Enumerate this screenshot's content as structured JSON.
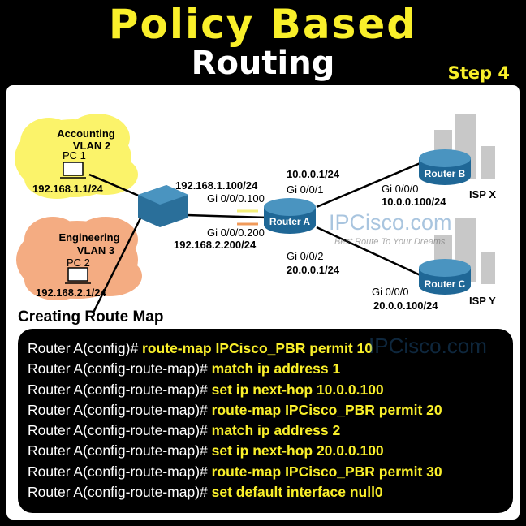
{
  "header": {
    "title_line1": "Policy Based",
    "title_line2": "Routing",
    "step": "Step 4"
  },
  "diagram": {
    "accounting": {
      "name": "Accounting",
      "vlan": "VLAN 2",
      "pc": "PC 1",
      "ip": "192.168.1.1/24"
    },
    "engineering": {
      "name": "Engineering",
      "vlan": "VLAN 3",
      "pc": "PC 2",
      "ip": "192.168.2.1/24"
    },
    "subif1": {
      "ip": "192.168.1.100/24",
      "iface": "Gi 0/0/0.100"
    },
    "subif2": {
      "iface": "Gi 0/0/0.200",
      "ip": "192.168.2.200/24"
    },
    "router_a": {
      "label": "Router A",
      "gi1_ip": "10.0.0.1/24",
      "gi1": "Gi 0/0/1",
      "gi2": "Gi 0/0/2",
      "gi2_ip": "20.0.0.1/24"
    },
    "router_b": {
      "label": "Router B",
      "iface": "Gi 0/0/0",
      "ip": "10.0.0.100/24",
      "isp": "ISP X"
    },
    "router_c": {
      "label": "Router C",
      "iface": "Gi 0/0/0",
      "ip": "20.0.0.100/24",
      "isp": "ISP Y"
    },
    "watermark": "IPCisco.com",
    "tagline": "Best Route To Your Dreams"
  },
  "section_title": "Creating Route Map",
  "config": [
    {
      "prompt": "Router A(config)# ",
      "cmd": "route-map IPCisco_PBR permit 10"
    },
    {
      "prompt": "Router A(config-route-map)# ",
      "cmd": "match ip address 1"
    },
    {
      "prompt": "Router A(config-route-map)# ",
      "cmd": "set ip next-hop 10.0.0.100"
    },
    {
      "prompt": "Router A(config-route-map)# ",
      "cmd": "route-map IPCisco_PBR permit 20"
    },
    {
      "prompt": "Router A(config-route-map)# ",
      "cmd": "match ip address 2"
    },
    {
      "prompt": "Router A(config-route-map)# ",
      "cmd": "set ip next-hop 20.0.0.100"
    },
    {
      "prompt": "Router A(config-route-map)# ",
      "cmd": "route-map IPCisco_PBR permit 30"
    },
    {
      "prompt": "Router A(config-route-map)# ",
      "cmd": "set default interface null0"
    }
  ]
}
